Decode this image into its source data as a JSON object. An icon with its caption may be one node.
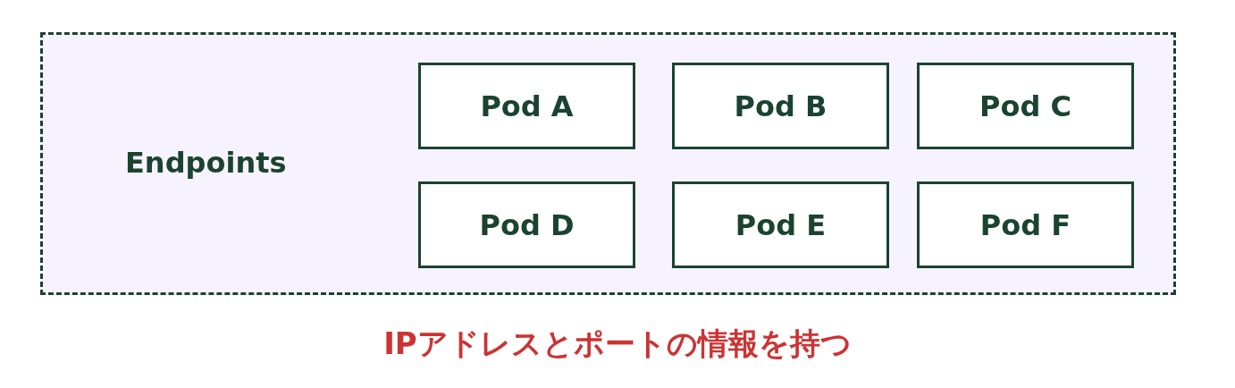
{
  "diagram": {
    "caption": "IPアドレスとポートの情報を持つ",
    "nodes": [
      {
        "text": [
          "Endpoints"
        ]
      },
      {
        "text": [
          "Pod A"
        ],
        "in": 0
      },
      {
        "text": [
          "Pod B"
        ],
        "in": 0
      },
      {
        "text": [
          "Pod C"
        ],
        "in": 0
      },
      {
        "text": [
          "Pod D"
        ],
        "in": 0
      },
      {
        "text": [
          "Pod E"
        ],
        "in": 0
      },
      {
        "text": [
          "Pod F"
        ],
        "in": 0
      }
    ]
  }
}
